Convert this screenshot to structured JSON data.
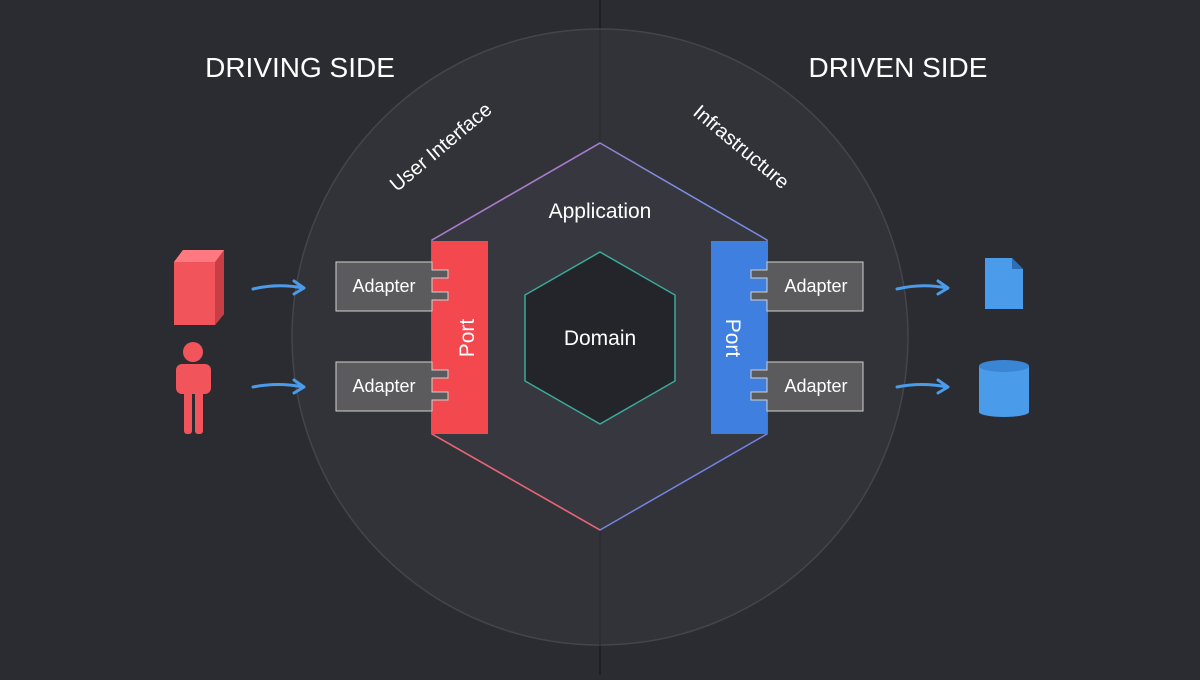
{
  "diagram": {
    "left_heading": "DRIVING SIDE",
    "right_heading": "DRIVEN SIDE",
    "user_interface_label": "User Interface",
    "infrastructure_label": "Infrastructure",
    "application_label": "Application",
    "domain_label": "Domain",
    "left_port_label": "Port",
    "right_port_label": "Port",
    "left_adapters": [
      "Adapter",
      "Adapter"
    ],
    "right_adapters": [
      "Adapter",
      "Adapter"
    ],
    "driving_actors": [
      "block-icon",
      "person-icon"
    ],
    "driven_resources": [
      "document-icon",
      "database-icon"
    ]
  },
  "colors": {
    "background": "#2b2c31",
    "circle_fill": "#323339",
    "left_port": "#f2484e",
    "right_port": "#3f7fe0",
    "adapter": "#5b5b5d",
    "arrow": "#4a9be9",
    "driving_actor": "#f2545b",
    "driven_resource": "#4a9be9",
    "domain_border": "#3aaa99",
    "text": "#ffffff"
  }
}
